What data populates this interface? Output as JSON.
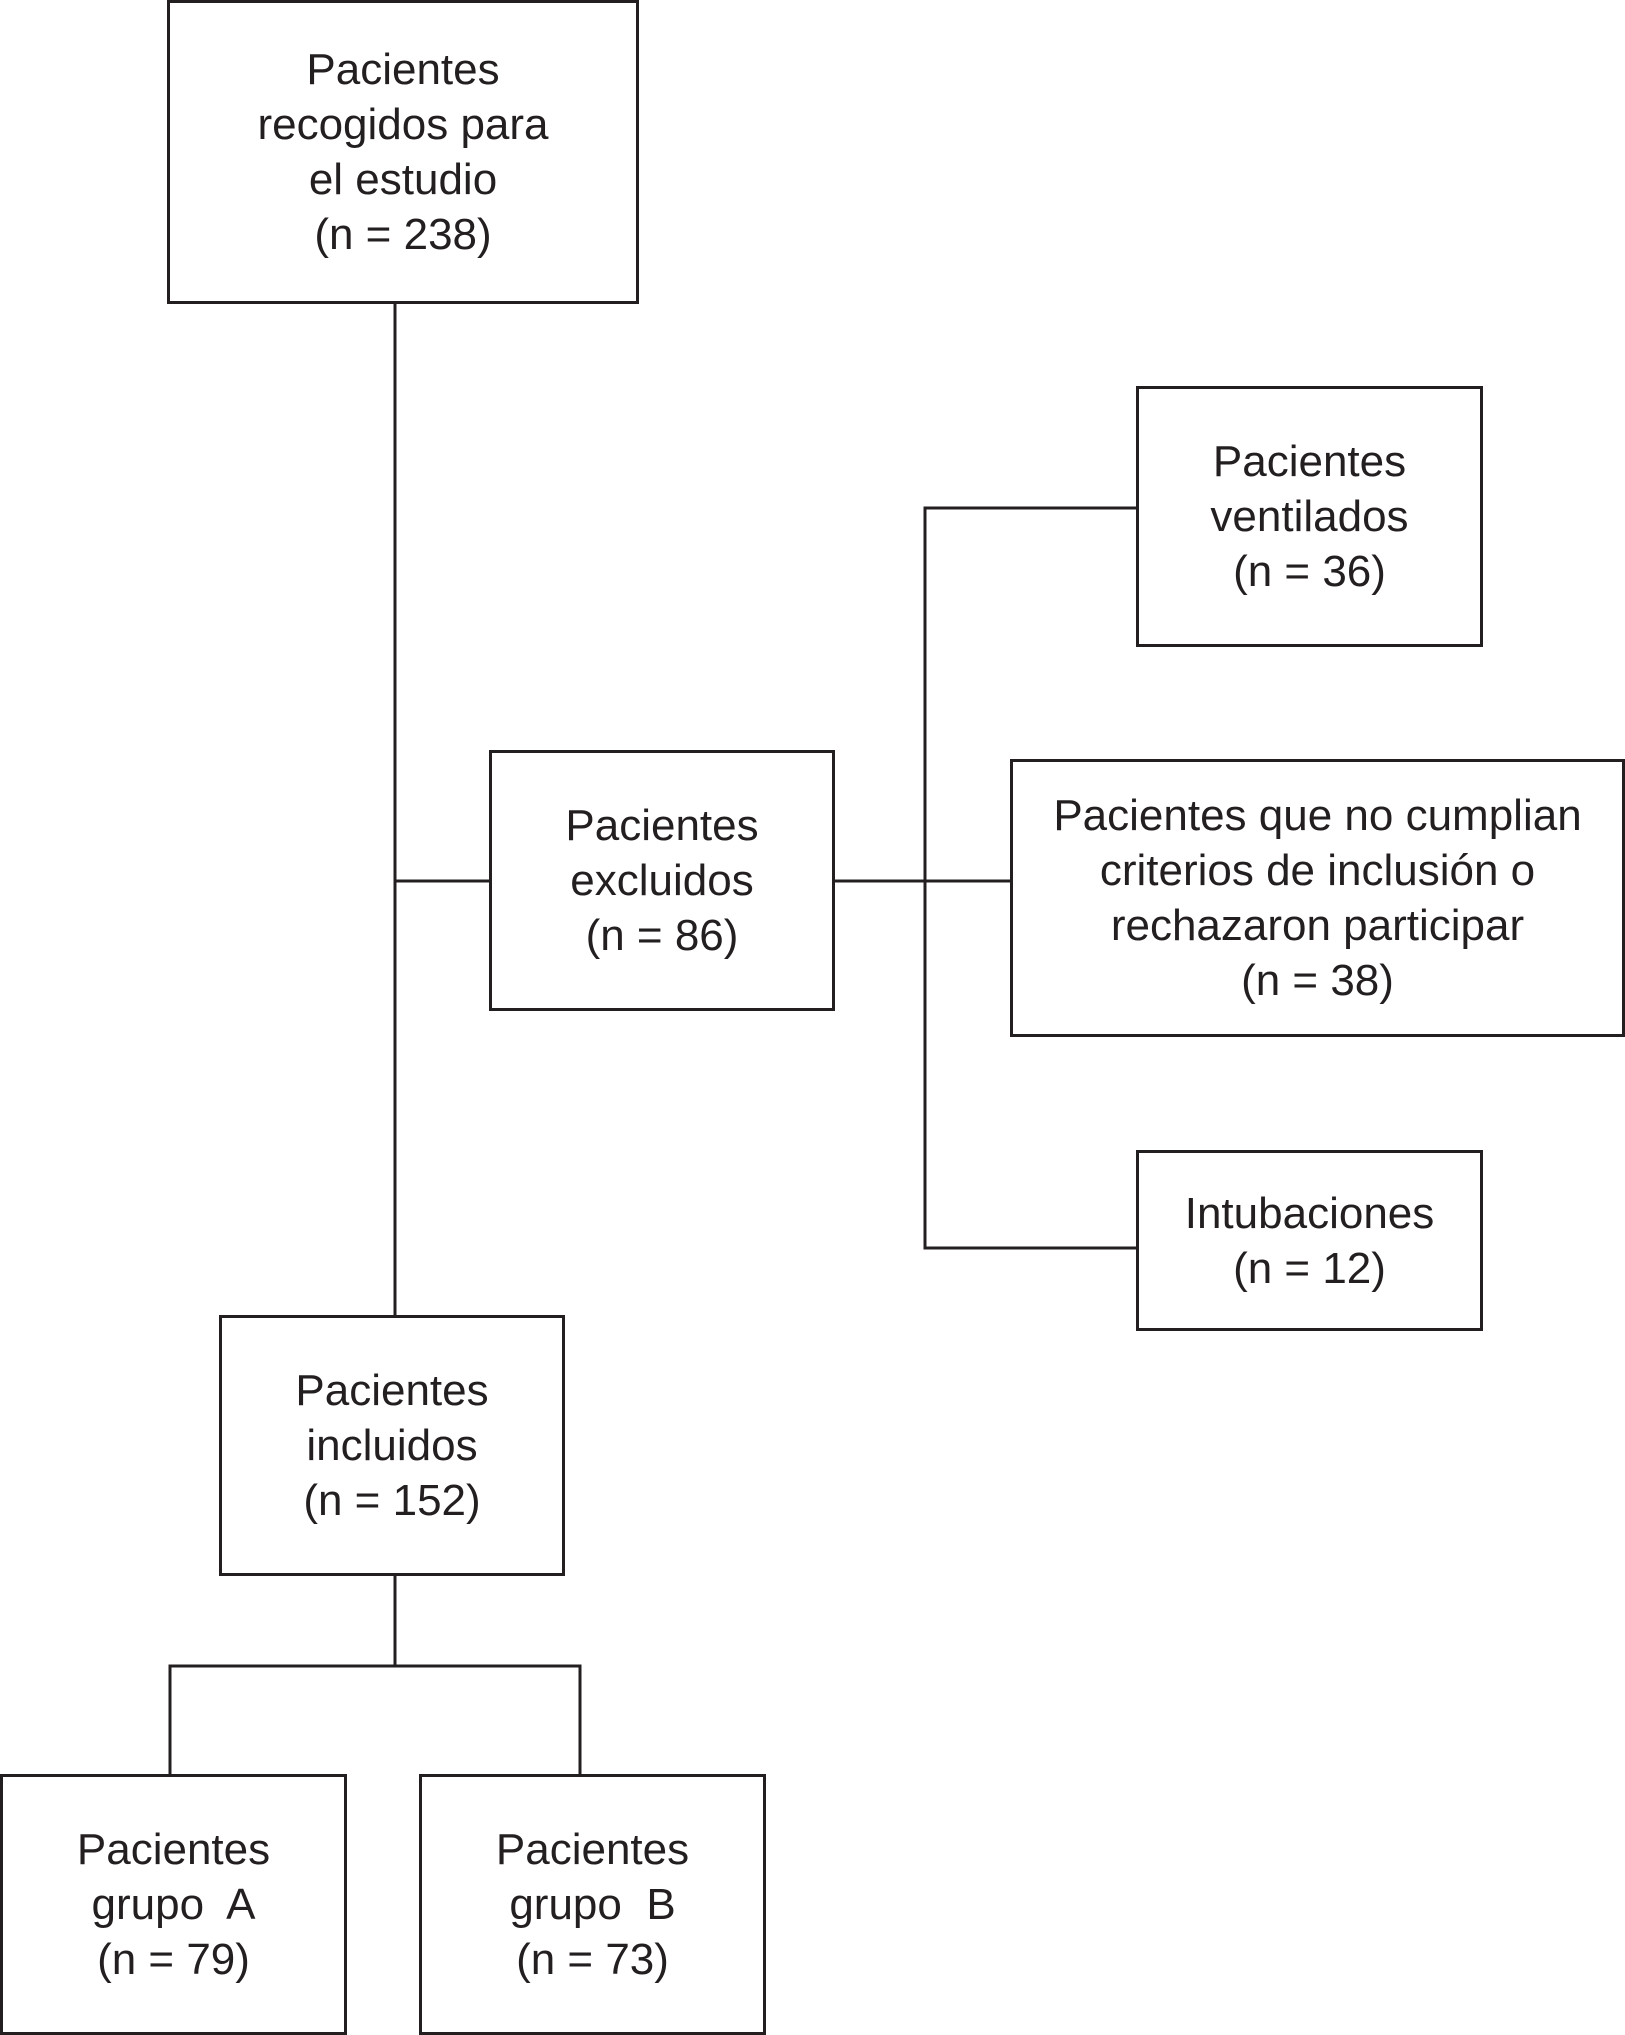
{
  "diagram": {
    "nodes": {
      "recogidos": {
        "lines": [
          "Pacientes",
          "recogidos para",
          "el estudio",
          "(n = 238)"
        ]
      },
      "excluidos": {
        "lines": [
          "Pacientes",
          "excluidos",
          "(n = 86)"
        ]
      },
      "ventilados": {
        "lines": [
          "Pacientes",
          "ventilados",
          "(n = 36)"
        ]
      },
      "criterios": {
        "lines": [
          "Pacientes que no cumplian",
          "criterios de inclusión  o",
          "rechazaron participar",
          "(n = 38)"
        ]
      },
      "intubaciones": {
        "lines": [
          "Intubaciones",
          "(n = 12)"
        ]
      },
      "incluidos": {
        "lines": [
          "Pacientes",
          "incluidos",
          "(n = 152)"
        ]
      },
      "grupo_a": {
        "lines": [
          "Pacientes",
          "grupo  A",
          "(n = 79)"
        ]
      },
      "grupo_b": {
        "lines": [
          "Pacientes",
          "grupo  B",
          "(n = 73)"
        ]
      }
    },
    "edges": [
      {
        "from": "recogidos",
        "to": "incluidos"
      },
      {
        "from": "recogidos",
        "to": "excluidos"
      },
      {
        "from": "excluidos",
        "to": "ventilados"
      },
      {
        "from": "excluidos",
        "to": "criterios"
      },
      {
        "from": "excluidos",
        "to": "intubaciones"
      },
      {
        "from": "incluidos",
        "to": "grupo_a"
      },
      {
        "from": "incluidos",
        "to": "grupo_b"
      }
    ],
    "line_color": "#231f20"
  }
}
